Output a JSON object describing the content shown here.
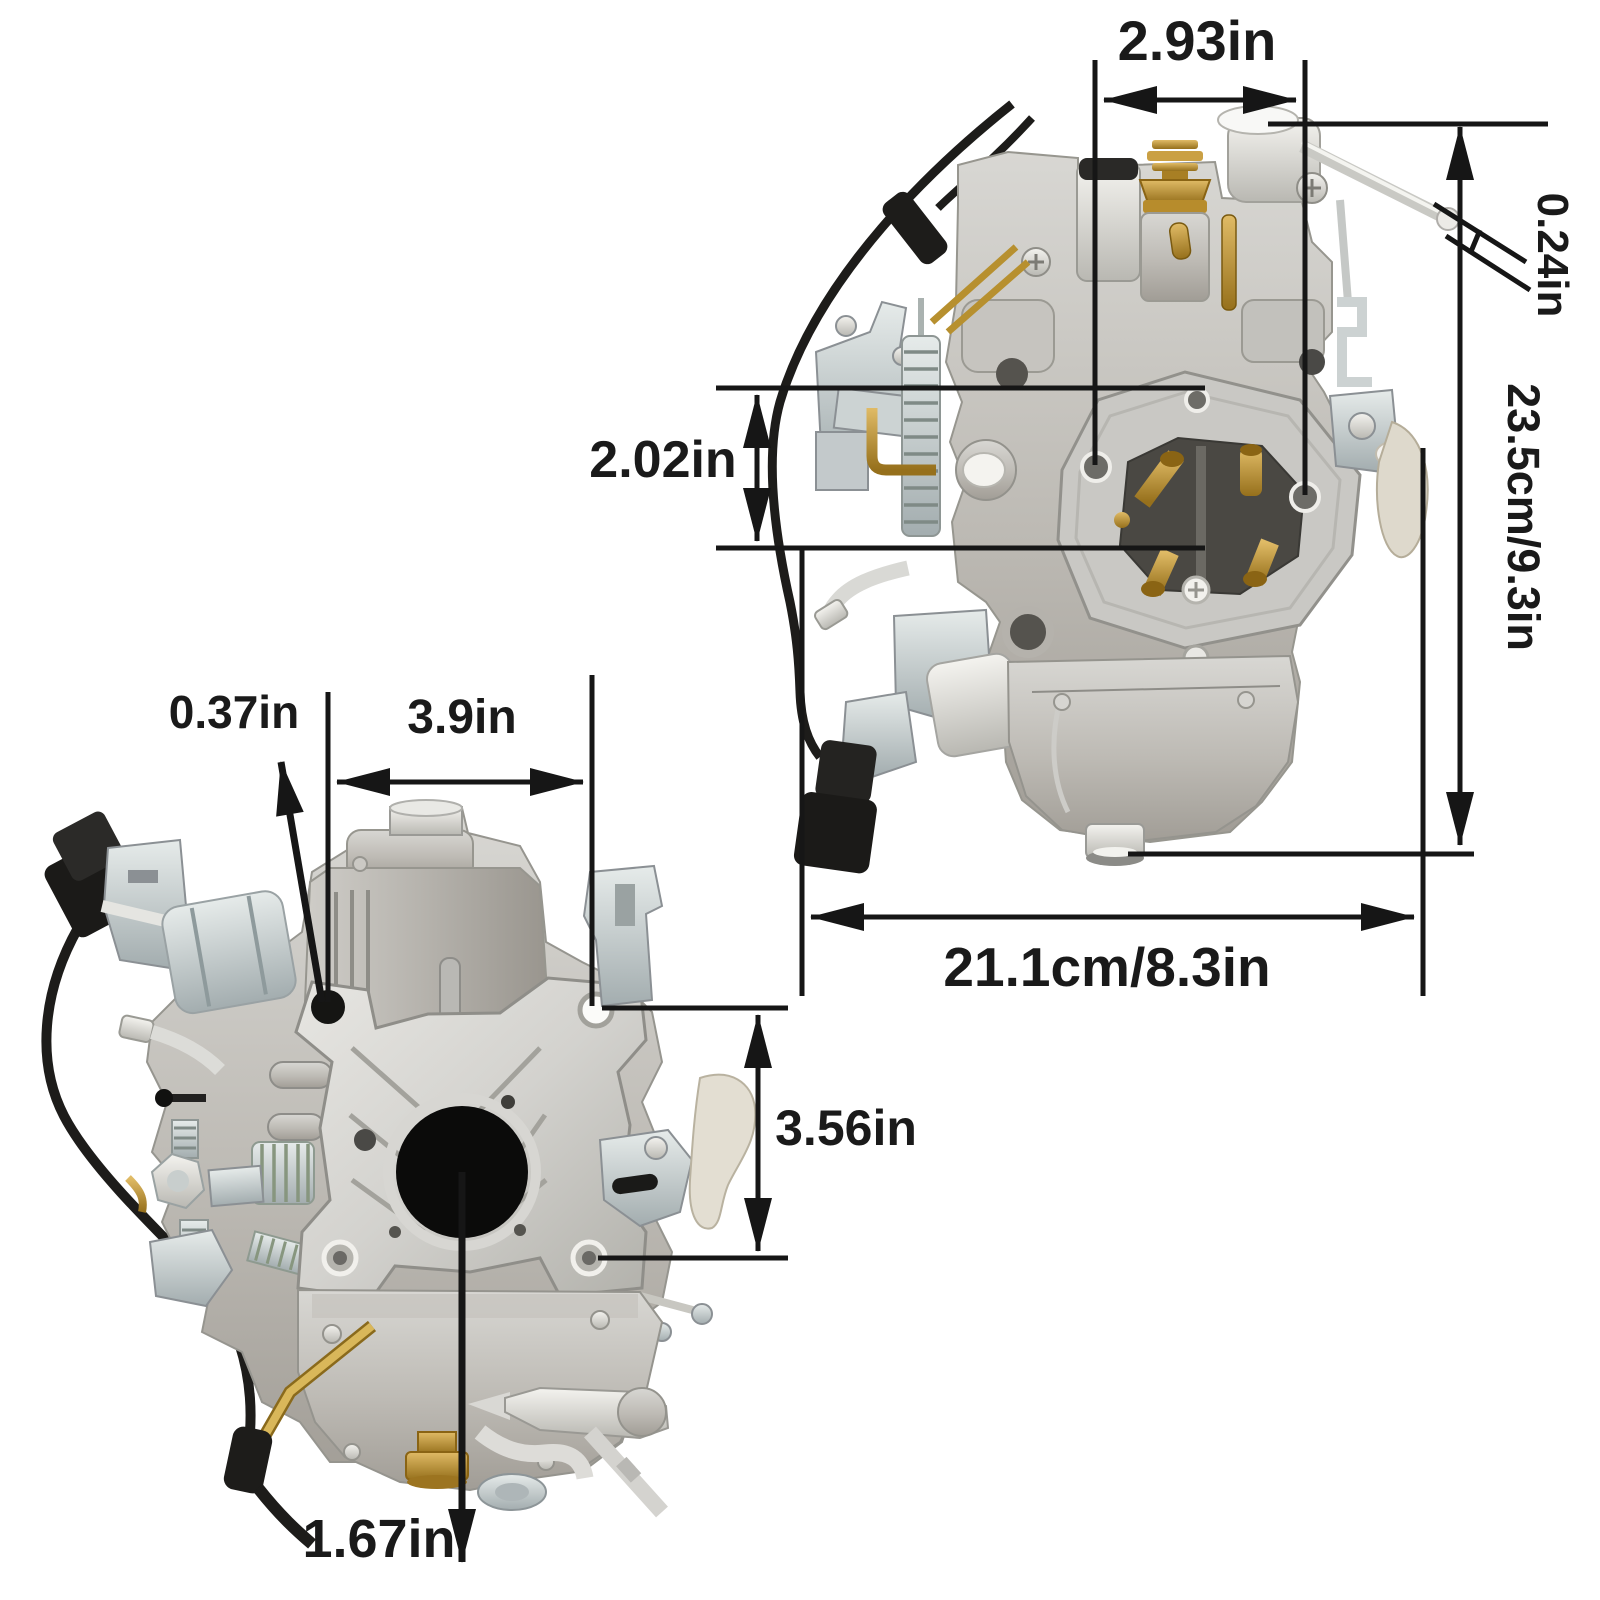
{
  "figure": {
    "type": "product-dimension-diagram",
    "background": "#ffffff",
    "line_color": "#161616",
    "text_color": "#1a1a1a"
  },
  "colors": {
    "body_gray": "#b9b6b0",
    "bright_metal": "#e8e7e3",
    "zinc_plated": "#ccd4d5",
    "brass": "#c59a3d",
    "black_parts": "#1c1b19",
    "cavity_dark": "#4a4843"
  },
  "views": {
    "side": {
      "title": "carburetor side view",
      "dims": {
        "top_width": "2.93in",
        "rod_diameter": "0.24in",
        "hole_spacing": "2.02in",
        "height": "23.5cm/9.3in",
        "length": "21.1cm/8.3in"
      }
    },
    "front": {
      "title": "carburetor front view",
      "dims": {
        "hole_diameter": "0.37in",
        "flange_width": "3.9in",
        "flange_height": "3.56in",
        "bore_diameter": "1.67in"
      }
    }
  }
}
